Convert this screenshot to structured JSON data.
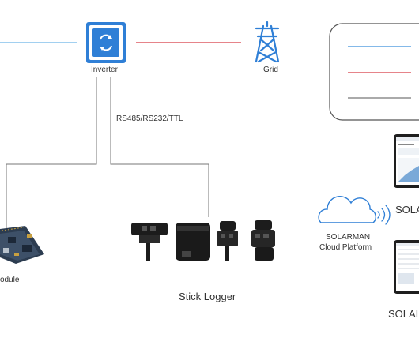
{
  "nodes": {
    "inverter": {
      "label": "Inverter",
      "icon": "inverter-icon"
    },
    "grid": {
      "label": "Grid",
      "icon": "transmission-tower-icon"
    },
    "module": {
      "label": "odule",
      "icon": "circuit-board-icon"
    },
    "stick_logger": {
      "label": "Stick Logger",
      "icon": "stick-logger-icon"
    },
    "cloud": {
      "label_line1": "SOLARMAN",
      "label_line2": "Cloud Platform",
      "icon": "cloud-icon"
    },
    "app_top": {
      "label": "SOLA",
      "icon": "tablet-icon"
    },
    "app_bottom": {
      "label": "SOLAI",
      "icon": "laptop-icon"
    }
  },
  "connection": {
    "protocol_label": "RS485/RS232/TTL"
  },
  "colors": {
    "accent_blue": "#2f7fd6",
    "pv_line": "#6bb5e8",
    "grid_line": "#d63b44",
    "wire_gray": "#777777",
    "legend_blue": "#3a8fdc",
    "legend_red": "#d63b44",
    "legend_gray": "#777777"
  }
}
